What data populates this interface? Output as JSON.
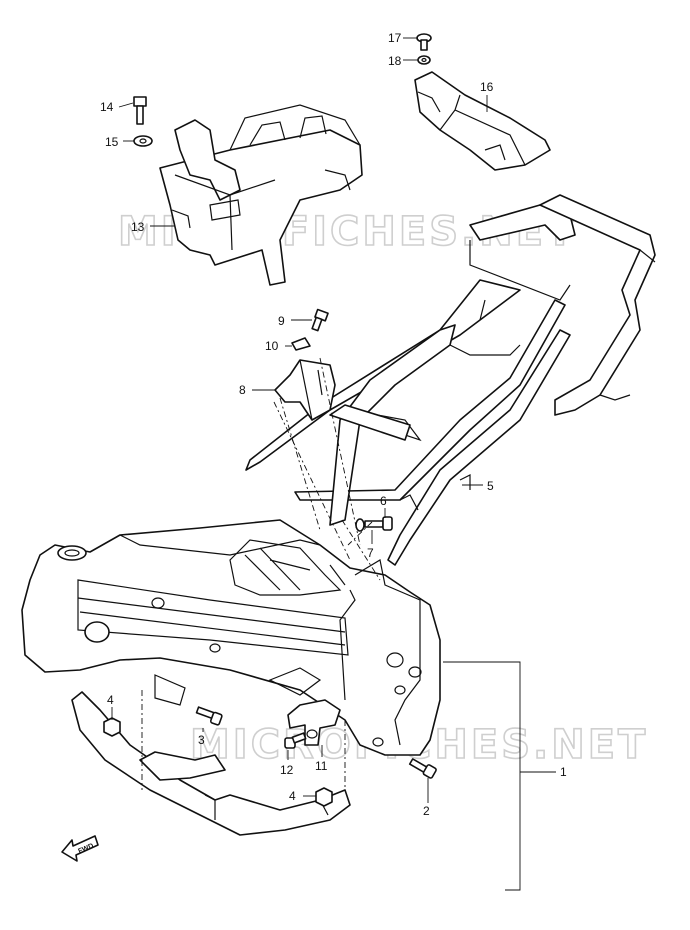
{
  "watermark": "MICROFICHES.NET",
  "fwd_label": "FWD",
  "callouts": [
    {
      "label": "17"
    },
    {
      "label": "18"
    },
    {
      "label": "16"
    },
    {
      "label": "14"
    },
    {
      "label": "15"
    },
    {
      "label": "13"
    },
    {
      "label": "9"
    },
    {
      "label": "10"
    },
    {
      "label": "8"
    },
    {
      "label": "5"
    },
    {
      "label": "6"
    },
    {
      "label": "7"
    },
    {
      "label": "4"
    },
    {
      "label": "3"
    },
    {
      "label": "12"
    },
    {
      "label": "11"
    },
    {
      "label": "2"
    },
    {
      "label": "1"
    },
    {
      "label": "4"
    }
  ]
}
